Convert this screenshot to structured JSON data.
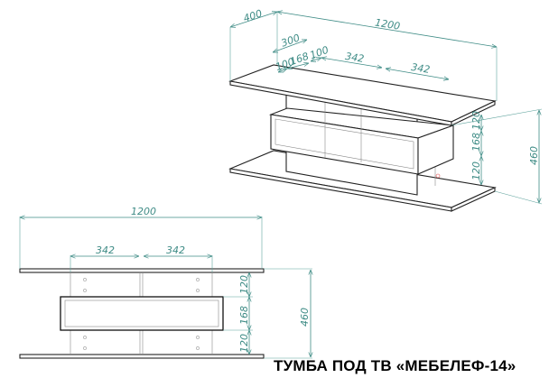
{
  "title": "ТУМБА ПОД ТВ «МЕБЕЛЕФ-14»",
  "colors": {
    "dimension": "#3f8c86",
    "outline": "#222222"
  },
  "iso_view": {
    "width": "1200",
    "depth": "400",
    "inner_depth": "300",
    "side_a": "100",
    "side_b": "168",
    "side_c": "100",
    "section_left": "342",
    "section_right": "342",
    "h_top": "120",
    "h_mid": "168",
    "h_bottom": "120",
    "h_total": "460"
  },
  "front_view": {
    "width": "1200",
    "section_left": "342",
    "section_right": "342",
    "h_top": "120",
    "h_mid": "168",
    "h_bottom": "120",
    "h_total": "460"
  }
}
